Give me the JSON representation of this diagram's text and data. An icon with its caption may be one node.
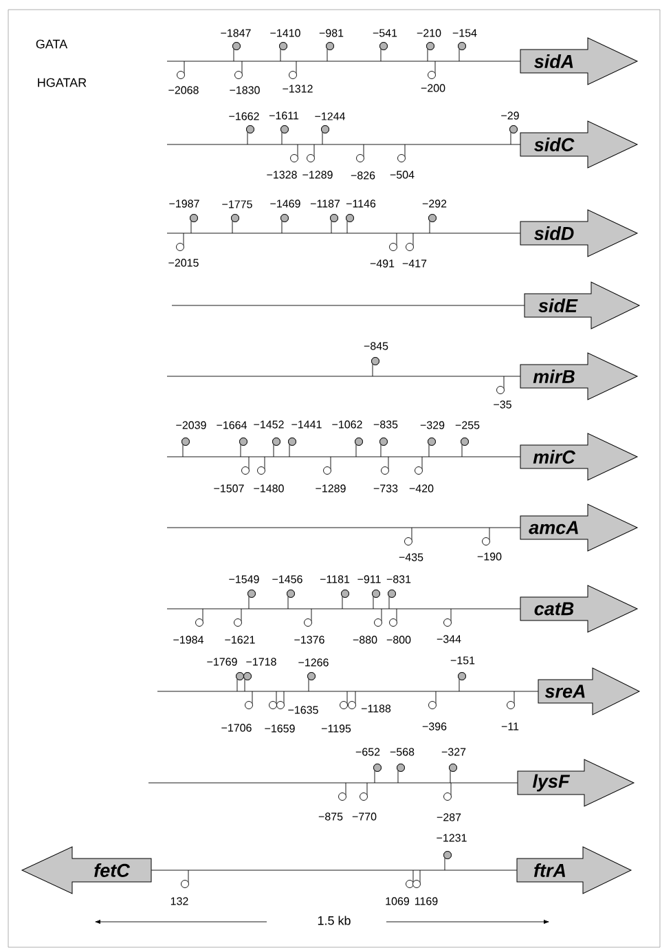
{
  "diagram": {
    "nodes": [
      {
        "text": [
          "sidA"
        ]
      },
      {
        "text": [
          "sidC"
        ]
      },
      {
        "text": [
          "sidD"
        ]
      },
      {
        "text": [
          "sidE"
        ]
      },
      {
        "text": [
          "mirB"
        ]
      },
      {
        "text": [
          "mirC"
        ]
      },
      {
        "text": [
          "amcA"
        ]
      },
      {
        "text": [
          "catB"
        ]
      },
      {
        "text": [
          "sreA"
        ]
      },
      {
        "text": [
          "lysF"
        ]
      },
      {
        "text": [
          "fetC"
        ]
      },
      {
        "text": [
          "ftrA"
        ]
      }
    ],
    "edges": [
      {
        "from": null,
        "to": 0,
        "arrow": "none"
      },
      {
        "from": null,
        "to": 1,
        "arrow": "none"
      },
      {
        "from": null,
        "to": 2,
        "arrow": "none"
      },
      {
        "from": null,
        "to": 3,
        "arrow": "none"
      },
      {
        "from": null,
        "to": 4,
        "arrow": "none"
      },
      {
        "from": null,
        "to": 5,
        "arrow": "none"
      },
      {
        "from": null,
        "to": 6,
        "arrow": "none"
      },
      {
        "from": null,
        "to": 7,
        "arrow": "none"
      },
      {
        "from": null,
        "to": 8,
        "arrow": "none"
      },
      {
        "from": null,
        "to": 9,
        "arrow": "none"
      },
      {
        "from": 10,
        "to": 11,
        "arrow": "none"
      }
    ],
    "labels": [
      "GATA",
      "HGATAR",
      "−1847",
      "−1410",
      "−981",
      "−541",
      "−210",
      "−154",
      "−2068",
      "−1830",
      "−1312",
      "−200",
      "−1662",
      "−1611",
      "−1244",
      "−29",
      "−1328",
      "−1289",
      "−826",
      "−504",
      "−1987",
      "−1775",
      "−1469",
      "−1187",
      "−1146",
      "−292",
      "−2015",
      "−491",
      "−417",
      "−845",
      "−35",
      "−2039",
      "−1664",
      "−1452",
      "−1441",
      "−1062",
      "−835",
      "−329",
      "−255",
      "−1507",
      "−1480",
      "−1289",
      "−733",
      "−420",
      "−435",
      "−190",
      "−1549",
      "−1456",
      "−1181",
      "−911",
      "−831",
      "−1984",
      "−1621",
      "−1376",
      "−880",
      "−800",
      "−344",
      "−1769",
      "−1718",
      "−1266",
      "−151",
      "−1706",
      "−1659",
      "−1635",
      "−1195",
      "−1188",
      "−396",
      "−11",
      "−652",
      "−568",
      "−327",
      "−875",
      "−770",
      "−287",
      "−1231",
      "132",
      "1069",
      "1169",
      "1.5 kb"
    ]
  }
}
